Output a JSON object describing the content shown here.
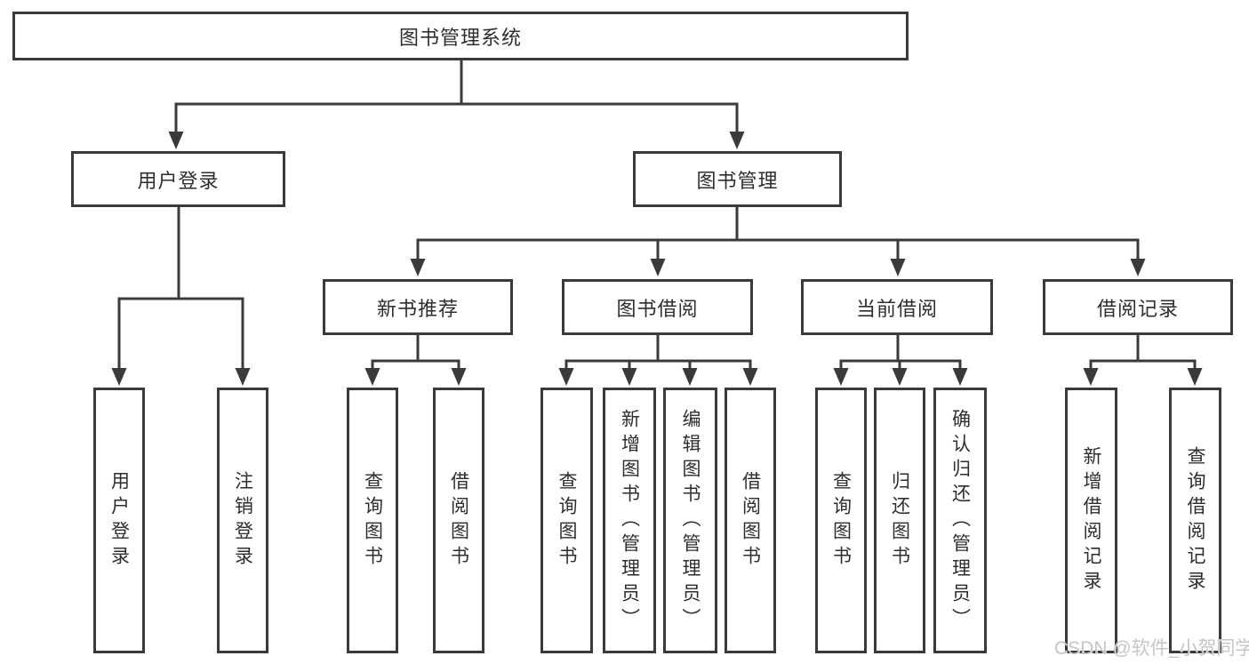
{
  "diagram": {
    "root": {
      "label": "图书管理系统"
    },
    "level2": [
      {
        "id": "user-login",
        "label": "用户登录"
      },
      {
        "id": "book-management",
        "label": "图书管理"
      }
    ],
    "level3": [
      {
        "id": "new-book-recommend",
        "label": "新书推荐",
        "parent": "图书管理"
      },
      {
        "id": "book-borrow",
        "label": "图书借阅",
        "parent": "图书管理"
      },
      {
        "id": "current-borrow",
        "label": "当前借阅",
        "parent": "图书管理"
      },
      {
        "id": "borrow-records",
        "label": "借阅记录",
        "parent": "图书管理"
      }
    ],
    "leaves": [
      {
        "label": "用户登录",
        "parent": "用户登录"
      },
      {
        "label": "注销登录",
        "parent": "用户登录"
      },
      {
        "label": "查询图书",
        "parent": "新书推荐"
      },
      {
        "label": "借阅图书",
        "parent": "新书推荐"
      },
      {
        "label": "查询图书",
        "parent": "图书借阅"
      },
      {
        "label": "新增图书（管理员）",
        "parent": "图书借阅"
      },
      {
        "label": "编辑图书（管理员）",
        "parent": "图书借阅"
      },
      {
        "label": "借阅图书",
        "parent": "图书借阅"
      },
      {
        "label": "查询图书",
        "parent": "当前借阅"
      },
      {
        "label": "归还图书",
        "parent": "当前借阅"
      },
      {
        "label": "确认归还（管理员）",
        "parent": "当前借阅"
      },
      {
        "label": "新增借阅记录",
        "parent": "借阅记录"
      },
      {
        "label": "查询借阅记录",
        "parent": "借阅记录"
      }
    ]
  },
  "watermark": {
    "text": "CSDN @软件_小贺同学"
  },
  "colors": {
    "line": "#3a3a3a",
    "text": "#2e2e2e",
    "watermark": "#c6c6c6",
    "background": "#ffffff"
  }
}
